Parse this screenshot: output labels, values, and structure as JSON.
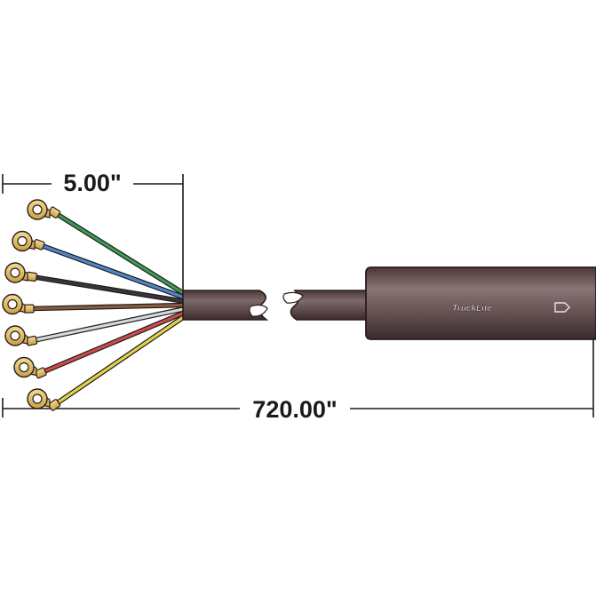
{
  "dimensions": {
    "lead_length": "5.00\"",
    "total_length": "720.00\""
  },
  "brand": {
    "logo_text": "TruckLite"
  },
  "colors": {
    "jacket": "#5a4546",
    "dimension_line": "#1a1a1a",
    "terminal": "#e8c56a"
  },
  "wires": [
    {
      "color_name": "green",
      "color": "#3d9a53"
    },
    {
      "color_name": "blue",
      "color": "#4f86c9"
    },
    {
      "color_name": "black",
      "color": "#3a3538"
    },
    {
      "color_name": "brown",
      "color": "#8a5a3a"
    },
    {
      "color_name": "white",
      "color": "#d8d8d8"
    },
    {
      "color_name": "red",
      "color": "#cf4a4a"
    },
    {
      "color_name": "yellow",
      "color": "#e2d24a"
    }
  ]
}
